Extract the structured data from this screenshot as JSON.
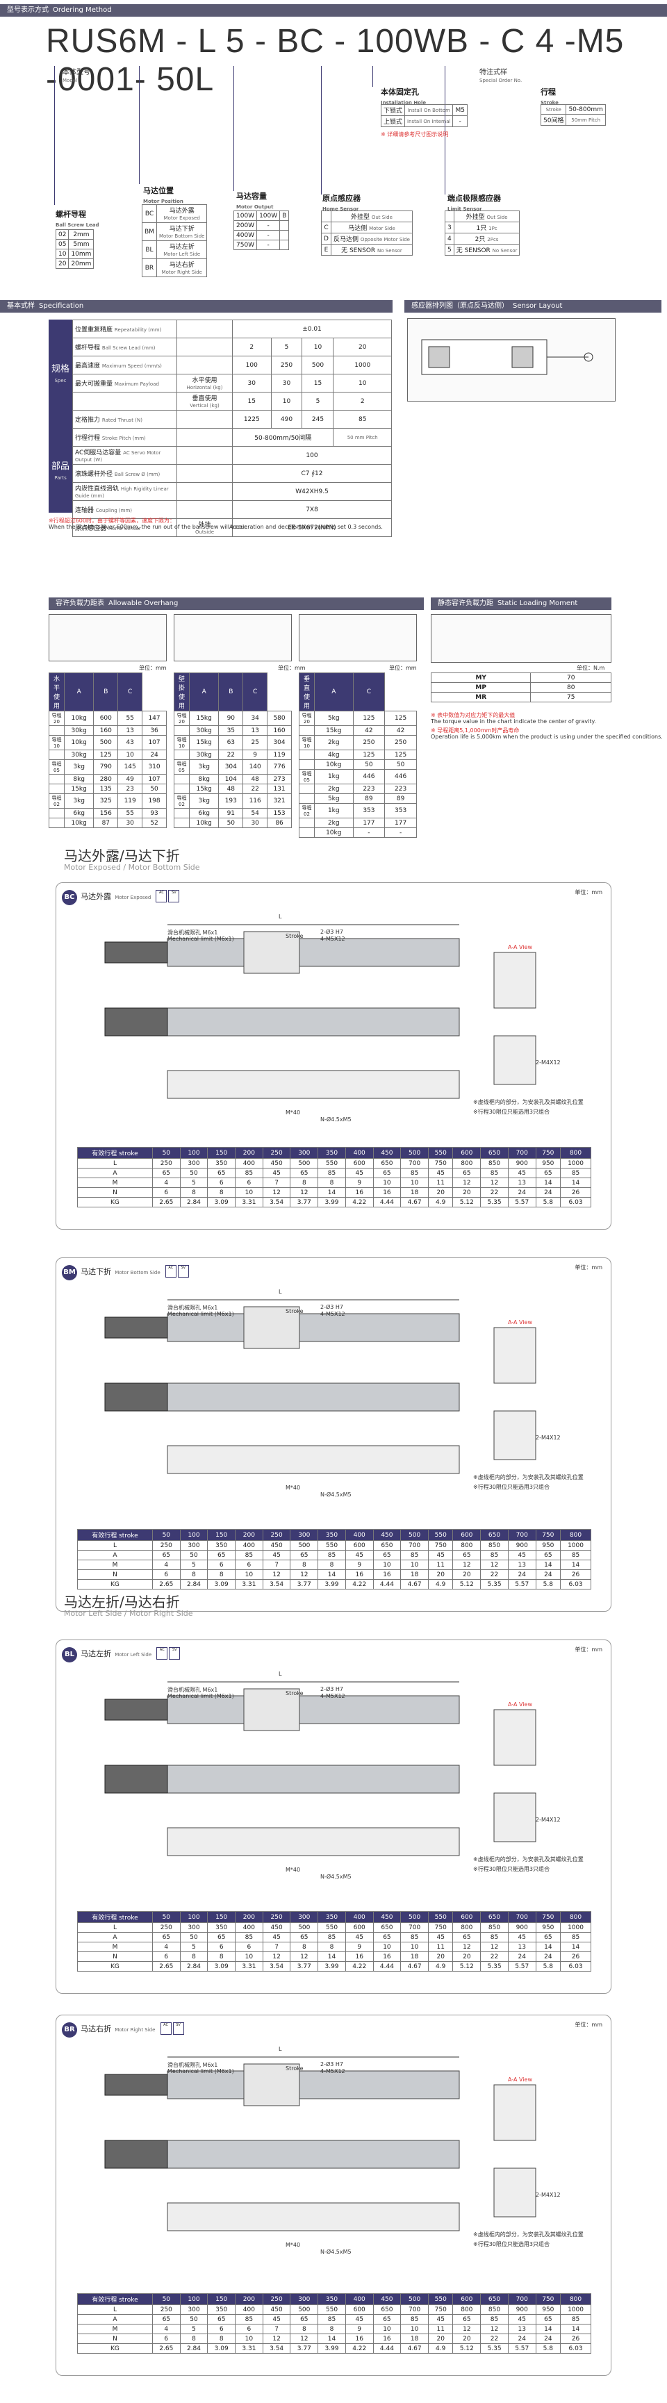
{
  "ordering": {
    "bar_label": "型号表示方式",
    "bar_label_en": "Ordering Method",
    "code": "RUS6M - L 5 - BC - 100WB - C 4 -M5 -0001- 50L",
    "model": {
      "cn": "本体型号",
      "en": "Model"
    },
    "lead": {
      "cn": "螺杆导程",
      "en": "Ball Screw Lead",
      "rows": [
        [
          "02",
          "2mm"
        ],
        [
          "05",
          "5mm"
        ],
        [
          "10",
          "10mm"
        ],
        [
          "20",
          "20mm"
        ]
      ]
    },
    "motor_pos": {
      "cn": "马达位置",
      "en": "Motor Position",
      "rows": [
        [
          "BC",
          "马达外露",
          "Motor Exposed"
        ],
        [
          "BM",
          "马达下折",
          "Motor Bottom Side"
        ],
        [
          "BL",
          "马达左折",
          "Motor Left Side"
        ],
        [
          "BR",
          "马达右折",
          "Motor Right Side"
        ]
      ]
    },
    "motor_cap": {
      "cn": "马达容量",
      "en": "Motor Output",
      "rows": [
        [
          "100W",
          "100W",
          "B"
        ],
        [
          "200W",
          "-",
          ""
        ],
        [
          "400W",
          "-",
          ""
        ],
        [
          "750W",
          "-",
          ""
        ]
      ]
    },
    "home": {
      "cn": "原点感应器",
      "en": "Home Sensor",
      "head": [
        "外挂型",
        "Out Side"
      ],
      "rows": [
        [
          "C",
          "马达侧",
          "Motor Side"
        ],
        [
          "D",
          "反马达侧",
          "Opposite Motor Side"
        ],
        [
          "E",
          "无 SENSOR",
          "No Sensor"
        ]
      ]
    },
    "limit": {
      "cn": "端点极限感应器",
      "en": "Limit Sensor",
      "head": [
        "外挂型",
        "Out Side"
      ],
      "rows": [
        [
          "3",
          "1只",
          "1Pc"
        ],
        [
          "4",
          "2只",
          "2Pcs"
        ],
        [
          "5",
          "无 SENSOR",
          "No Sensor"
        ]
      ]
    },
    "install": {
      "cn": "本体固定孔",
      "en": "Installation Hole",
      "rows": [
        [
          "下锁式",
          "Install On Bottom",
          "M5"
        ],
        [
          "上锁式",
          "Install On Internal",
          "-"
        ]
      ],
      "note": "※ 详细请参考尺寸图示说明"
    },
    "special": {
      "cn": "特注式样",
      "en": "Special Order No."
    },
    "stroke": {
      "cn": "行程",
      "en": "Stroke",
      "rows": [
        [
          "Stroke",
          "50-800mm"
        ],
        [
          "50间格",
          "50mm Pitch"
        ]
      ]
    }
  },
  "spec": {
    "bar_label": "基本式样",
    "bar_label_en": "Specification",
    "cat1": {
      "cn": "规格",
      "en": "Spec"
    },
    "cat2": {
      "cn": "部品",
      "en": "Parts"
    },
    "rows": [
      {
        "label": "位置重复精度",
        "label_en": "Repeatability (mm)",
        "vals": [
          "±0.01"
        ]
      },
      {
        "label": "螺杆导程",
        "label_en": "Ball Screw Lead (mm)",
        "vals": [
          "2",
          "5",
          "10",
          "20"
        ]
      },
      {
        "label": "最高速度",
        "label_en": "Maximum Speed (mm/s)",
        "vals": [
          "100",
          "250",
          "500",
          "1000"
        ]
      },
      {
        "label": "最大可搬重量",
        "label_en": "Maximum Payload",
        "sub": "水平使用",
        "sub_en": "Horizontal (kg)",
        "vals": [
          "30",
          "30",
          "15",
          "10"
        ]
      },
      {
        "label": "",
        "sub": "垂直使用",
        "sub_en": "Vertical (kg)",
        "vals": [
          "15",
          "10",
          "5",
          "2"
        ]
      },
      {
        "label": "定格推力",
        "label_en": "Rated Thrust (N)",
        "vals": [
          "1225",
          "490",
          "245",
          "85"
        ]
      },
      {
        "label": "行程行程",
        "label_en": "Stroke Pitch (mm)",
        "vals": [
          "50-800mm/50间隔",
          "50 mm Pitch"
        ]
      },
      {
        "label": "AC伺服马达容量",
        "label_en": "AC Servo Motor Output (W)",
        "vals": [
          "100"
        ]
      },
      {
        "label": "滚珠螺杆外径",
        "label_en": "Ball Screw Ø (mm)",
        "vals": [
          "C7 ∮12"
        ]
      },
      {
        "label": "内崁性直线滑轨",
        "label_en": "High Rigidity Linear Guide (mm)",
        "vals": [
          "W42XH9.5"
        ]
      },
      {
        "label": "连轴器",
        "label_en": "Coupling (mm)",
        "vals": [
          "7X8"
        ]
      },
      {
        "label": "原点感应器",
        "label_en": "Home Sensor",
        "sub": "外挂",
        "sub_en": "Outside",
        "vals": [
          "EE-SX672(NPN)"
        ]
      }
    ],
    "note1": "※行程超过600时，由于螺杆等因素，速度下限为：",
    "note2": "When the stroke is over 600mm, the run out of the ballscrew will occur.",
    "note3": "Acceleration and deceleration value is set 0.3 seconds."
  },
  "sensor_layout": {
    "bar_label": "感应器排列图（原点反马达侧）",
    "bar_label_en": "Sensor Layout"
  },
  "overhang": {
    "bar_label": "容许负载力距表",
    "bar_label_en": "Allowable Overhang",
    "unit": "单位：mm",
    "tables": [
      {
        "head": [
          "水平使用",
          "A",
          "B",
          "C"
        ],
        "rows": [
          [
            "导程 20",
            "10kg",
            "600",
            "55",
            "147"
          ],
          [
            "",
            "30kg",
            "160",
            "13",
            "36"
          ],
          [
            "导程 10",
            "10kg",
            "500",
            "43",
            "107"
          ],
          [
            "",
            "30kg",
            "125",
            "10",
            "24"
          ],
          [
            "导程 05",
            "3kg",
            "790",
            "145",
            "310"
          ],
          [
            "",
            "8kg",
            "280",
            "49",
            "107"
          ],
          [
            "",
            "15kg",
            "135",
            "23",
            "50"
          ],
          [
            "导程 02",
            "3kg",
            "325",
            "119",
            "198"
          ],
          [
            "",
            "6kg",
            "156",
            "55",
            "93"
          ],
          [
            "",
            "10kg",
            "87",
            "30",
            "52"
          ]
        ]
      },
      {
        "head": [
          "壁掛使用",
          "A",
          "B",
          "C"
        ],
        "rows": [
          [
            "导程 20",
            "15kg",
            "90",
            "34",
            "580"
          ],
          [
            "",
            "30kg",
            "35",
            "13",
            "160"
          ],
          [
            "导程 10",
            "15kg",
            "63",
            "25",
            "304"
          ],
          [
            "",
            "30kg",
            "22",
            "9",
            "119"
          ],
          [
            "导程 05",
            "3kg",
            "304",
            "140",
            "776"
          ],
          [
            "",
            "8kg",
            "104",
            "48",
            "273"
          ],
          [
            "",
            "15kg",
            "48",
            "22",
            "131"
          ],
          [
            "导程 02",
            "3kg",
            "193",
            "116",
            "321"
          ],
          [
            "",
            "6kg",
            "91",
            "54",
            "153"
          ],
          [
            "",
            "10kg",
            "50",
            "30",
            "86"
          ]
        ]
      },
      {
        "head": [
          "垂直使用",
          "A",
          "C"
        ],
        "rows": [
          [
            "导程 20",
            "5kg",
            "125",
            "125"
          ],
          [
            "",
            "15kg",
            "42",
            "42"
          ],
          [
            "导程 10",
            "2kg",
            "250",
            "250"
          ],
          [
            "",
            "4kg",
            "125",
            "125"
          ],
          [
            "",
            "10kg",
            "50",
            "50"
          ],
          [
            "导程 05",
            "1kg",
            "446",
            "446"
          ],
          [
            "",
            "2kg",
            "223",
            "223"
          ],
          [
            "",
            "5kg",
            "89",
            "89"
          ],
          [
            "导程 02",
            "1kg",
            "353",
            "353"
          ],
          [
            "",
            "2kg",
            "177",
            "177"
          ],
          [
            "",
            "10kg",
            "-",
            "-"
          ]
        ]
      }
    ]
  },
  "static": {
    "bar_label": "静态容许负载力距",
    "bar_label_en": "Static Loading Moment",
    "unit": "单位：N.m",
    "rows": [
      [
        "MY",
        "70"
      ],
      [
        "MP",
        "80"
      ],
      [
        "MR",
        "75"
      ]
    ],
    "notes": [
      "※ 表中数值为对应力矩下的最大值",
      "The torque value in the chart indicate the center of gravity.",
      "※ 导程距离5,1,000mm时产品寿命",
      "Operation life is 5,000km when the product is using under the specified conditions."
    ]
  },
  "group1": {
    "title": "马达外露/马达下折",
    "subtitle": "Motor Exposed / Motor Bottom Side"
  },
  "group2": {
    "title": "马达左折/马达右折",
    "subtitle": "Motor Left Side / Motor Right Side"
  },
  "cards": [
    {
      "code": "BC",
      "cn": "马达外露",
      "en": "Motor Exposed",
      "unit": "单位：mm",
      "view": "A-A View"
    },
    {
      "code": "BM",
      "cn": "马达下折",
      "en": "Motor Bottom Side",
      "unit": "单位：mm",
      "view": "A-A View"
    },
    {
      "code": "BL",
      "cn": "马达左折",
      "en": "Motor Left Side",
      "unit": "单位：mm",
      "view": "A-A View"
    },
    {
      "code": "BR",
      "cn": "马达右折",
      "en": "Motor Right Side",
      "unit": "单位：mm",
      "view": "A-A View"
    }
  ],
  "dim_table": {
    "head": [
      "有效行程 stroke",
      "50",
      "100",
      "150",
      "200",
      "250",
      "300",
      "350",
      "400",
      "450",
      "500",
      "550",
      "600",
      "650",
      "700",
      "750",
      "800"
    ],
    "rows": [
      [
        "L",
        "250",
        "300",
        "350",
        "400",
        "450",
        "500",
        "550",
        "600",
        "650",
        "700",
        "750",
        "800",
        "850",
        "900",
        "950",
        "1000"
      ],
      [
        "A",
        "65",
        "50",
        "65",
        "85",
        "45",
        "65",
        "85",
        "45",
        "65",
        "85",
        "45",
        "65",
        "85",
        "45",
        "65",
        "85"
      ],
      [
        "M",
        "4",
        "5",
        "6",
        "6",
        "7",
        "8",
        "8",
        "9",
        "10",
        "10",
        "11",
        "12",
        "12",
        "13",
        "14",
        "14"
      ],
      [
        "N",
        "6",
        "8",
        "8",
        "10",
        "12",
        "12",
        "14",
        "16",
        "16",
        "18",
        "20",
        "20",
        "22",
        "24",
        "24",
        "26"
      ],
      [
        "KG",
        "2.65",
        "2.84",
        "3.09",
        "3.31",
        "3.54",
        "3.77",
        "3.99",
        "4.22",
        "4.44",
        "4.67",
        "4.9",
        "5.12",
        "5.35",
        "5.57",
        "5.8",
        "6.03"
      ]
    ]
  },
  "labels": {
    "screw_hole": "滑台机械限孔 M6x1",
    "screw_hole_en": "Mechanical limit (M6x1)",
    "pos_hole": "2-Ø3 H7",
    "m4": "4-M5X12",
    "n_hole": "N-Ø4.5xM5",
    "m_hole": "2-M4X12",
    "stroke_lbl": "Stroke",
    "dim_L": "L",
    "dim_M": "M*40",
    "note_a": "※虚线框内的部分，为安装孔及其螺纹孔位置",
    "note_b": "※行程30限位只能选用3只组合",
    "ref": "Σ"
  }
}
